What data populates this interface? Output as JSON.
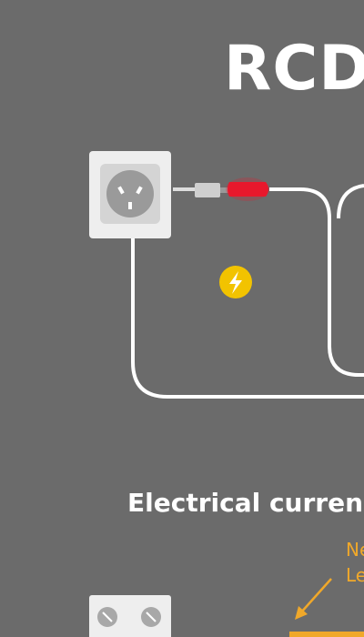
{
  "title": "RCD",
  "subtitle": "Electrical curren",
  "labels": {
    "line1": "Ne",
    "line2": "Le"
  },
  "icons": [
    "power-outlet-icon",
    "plug-icon",
    "lightning-bolt-icon",
    "arrow-icon"
  ],
  "colors": {
    "background": "#6b6b6b",
    "wire": "#ffffff",
    "plug_red": "#e8192c",
    "bolt_yellow": "#f2c300",
    "label_orange": "#f0a82a"
  }
}
